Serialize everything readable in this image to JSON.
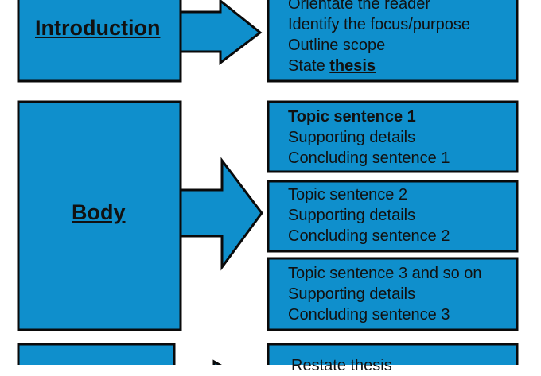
{
  "sections": {
    "introduction": {
      "label": "Introduction",
      "points": [
        "Orientate the reader",
        "Identify the focus/purpose",
        "Outline scope"
      ],
      "thesis_prefix": "State ",
      "thesis_word": "thesis"
    },
    "body": {
      "label": "Body",
      "paragraphs": [
        {
          "lines": [
            "Topic sentence 1",
            "Supporting details",
            "Concluding sentence 1"
          ]
        },
        {
          "lines": [
            "Topic sentence 2",
            "Supporting details",
            "Concluding sentence 2"
          ]
        },
        {
          "lines": [
            "Topic sentence 3 and so on",
            "Supporting details",
            "Concluding sentence 3"
          ]
        }
      ]
    },
    "conclusion": {
      "points": [
        "Restate thesis"
      ]
    }
  },
  "colors": {
    "fill": "#0f8fcc",
    "stroke": "#0a0a0a",
    "text": "#111111"
  }
}
